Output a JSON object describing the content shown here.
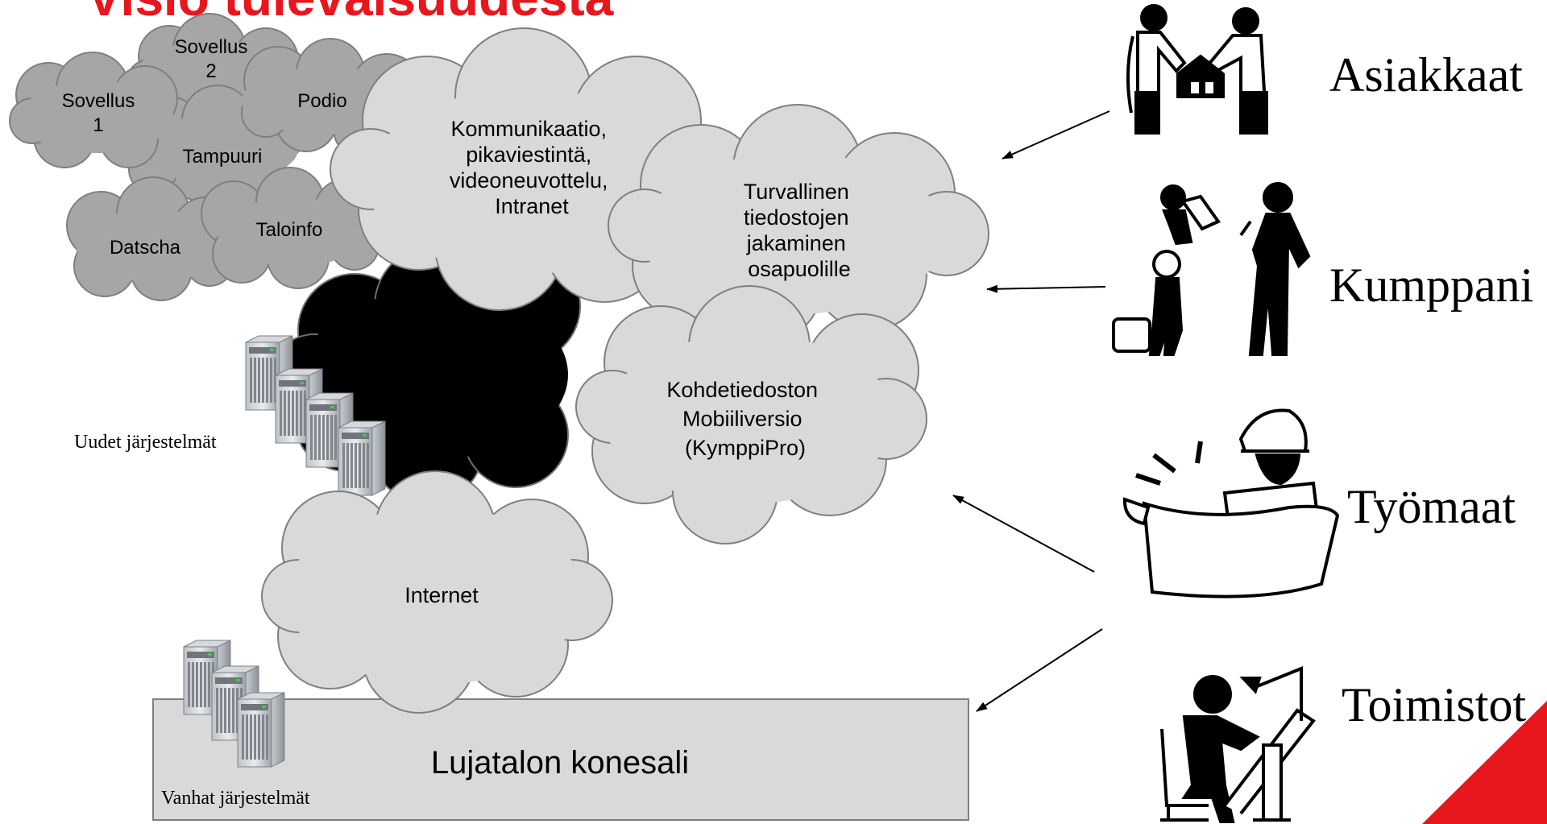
{
  "slide": {
    "title": "Visio tulevaisuudesta",
    "accent_color": "#e8161d"
  },
  "clouds": {
    "app1": [
      "Sovellus",
      "1"
    ],
    "app2": [
      "Sovellus",
      "2"
    ],
    "podio": [
      "Podio"
    ],
    "tampuuri": [
      "Tampuuri"
    ],
    "datscha": [
      "Datscha"
    ],
    "taloinfo": [
      "Taloinfo"
    ],
    "communication": [
      "Kommunikaatio,",
      "pikaviestintä,",
      "videoneuvottelu,",
      "Intranet"
    ],
    "file_sharing": [
      "Turvallinen",
      "tiedostojen",
      "jakaminen",
      "osapuolille"
    ],
    "mobile": [
      "Kohdetiedoston",
      "Mobiiliversio",
      "(KymppiPro)"
    ],
    "internet": [
      "Internet"
    ]
  },
  "labels": {
    "new_systems": "Uudet järjestelmät",
    "old_systems": "Vanhat järjestelmät",
    "datacenter": "Lujatalon konesali"
  },
  "parties": {
    "customers": "Asiakkaat",
    "partners": "Kumppani",
    "sites": "Työmaat",
    "offices": "Toimistot"
  },
  "icons": [
    "handshake-icon",
    "partners-icon",
    "construction-worker-icon",
    "office-worker-icon",
    "server-icon"
  ],
  "colors": {
    "dark_cloud": "#a6a6a6",
    "light_cloud": "#d9d9d9",
    "black_cloud": "#000000",
    "datacenter_box": "#d9d9d9"
  }
}
